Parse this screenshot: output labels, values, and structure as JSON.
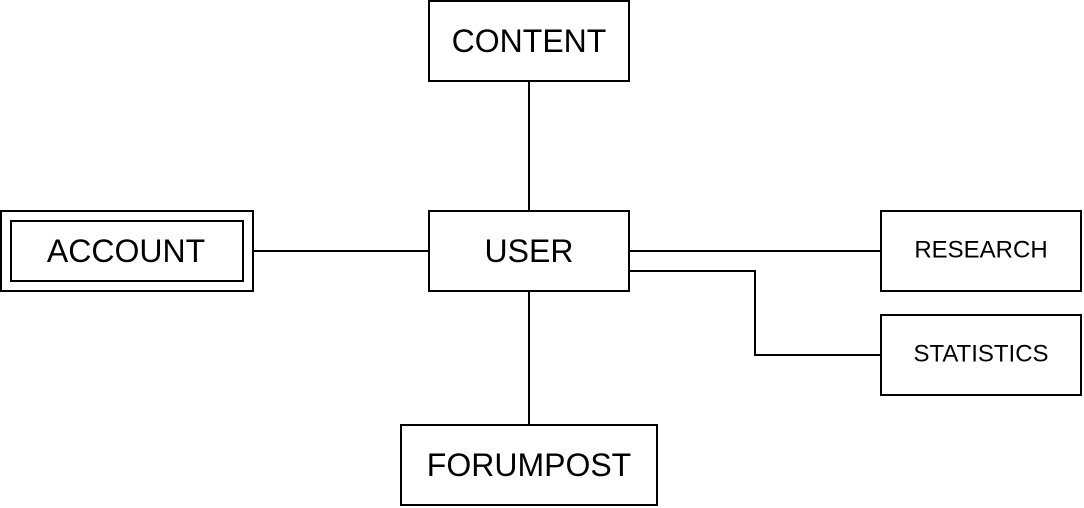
{
  "diagram": {
    "type": "entity-relationship",
    "colors": {
      "stroke": "#000000",
      "fill": "#ffffff",
      "text": "#000000"
    },
    "entities": {
      "content": {
        "label": "CONTENT",
        "style": "entity"
      },
      "account": {
        "label": "ACCOUNT",
        "style": "weak-entity"
      },
      "user": {
        "label": "USER",
        "style": "entity"
      },
      "research": {
        "label": "RESEARCH",
        "style": "entity"
      },
      "statistics": {
        "label": "STATISTICS",
        "style": "entity"
      },
      "forumpost": {
        "label": "FORUMPOST",
        "style": "entity"
      }
    },
    "connections": [
      {
        "from": "user",
        "to": "content"
      },
      {
        "from": "user",
        "to": "account"
      },
      {
        "from": "user",
        "to": "research"
      },
      {
        "from": "user",
        "to": "statistics"
      },
      {
        "from": "user",
        "to": "forumpost"
      }
    ]
  }
}
